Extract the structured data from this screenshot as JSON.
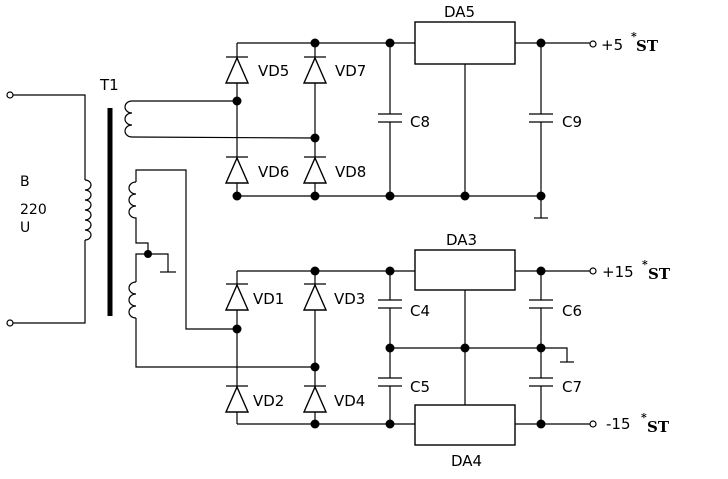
{
  "transformer": {
    "name": "T1"
  },
  "input": {
    "line1": "B",
    "line2": "220",
    "line3": "U"
  },
  "diodes": [
    "VD5",
    "VD6",
    "VD7",
    "VD8",
    "VD1",
    "VD2",
    "VD3",
    "VD4"
  ],
  "capacitors": [
    "C8",
    "C9",
    "C4",
    "C5",
    "C6",
    "C7"
  ],
  "regulators": [
    "DA5",
    "DA3",
    "DA4"
  ],
  "outputs": [
    {
      "label": "+5",
      "tag": "ST",
      "star": "*"
    },
    {
      "label": "+15",
      "tag": "ST",
      "star": "*"
    },
    {
      "label": "-15",
      "tag": "ST",
      "star": "*"
    }
  ]
}
